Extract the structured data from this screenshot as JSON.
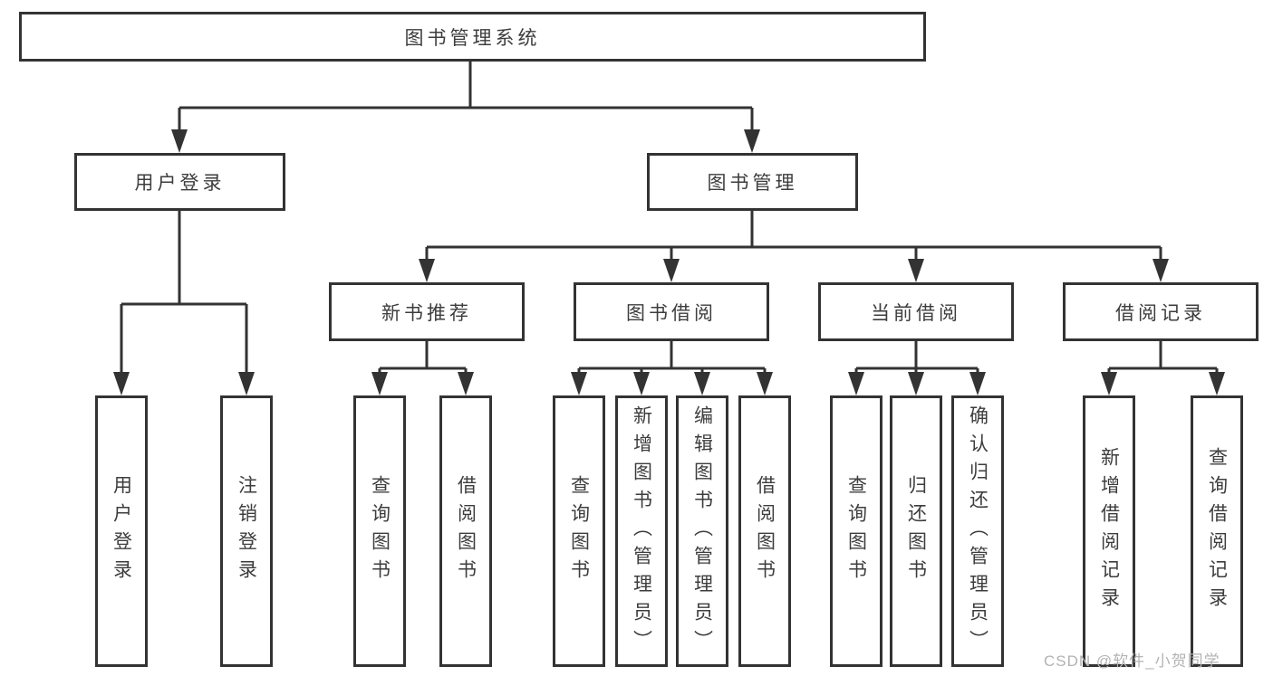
{
  "tree": {
    "label": "图书管理系统",
    "children": [
      {
        "label": "用户登录",
        "children": [
          {
            "label": "用户登录"
          },
          {
            "label": "注销登录"
          }
        ]
      },
      {
        "label": "图书管理",
        "children": [
          {
            "label": "新书推荐",
            "children": [
              {
                "label": "查询图书"
              },
              {
                "label": "借阅图书"
              }
            ]
          },
          {
            "label": "图书借阅",
            "children": [
              {
                "label": "查询图书"
              },
              {
                "label": "新增图书（管理员）"
              },
              {
                "label": "编辑图书（管理员）"
              },
              {
                "label": "借阅图书"
              }
            ]
          },
          {
            "label": "当前借阅",
            "children": [
              {
                "label": "查询图书"
              },
              {
                "label": "归还图书"
              },
              {
                "label": "确认归还（管理员）"
              }
            ]
          },
          {
            "label": "借阅记录",
            "children": [
              {
                "label": "新增借阅记录"
              },
              {
                "label": "查询借阅记录"
              }
            ]
          }
        ]
      }
    ]
  },
  "watermark": "CSDN @软件_小贺同学",
  "colors": {
    "line": "#333333",
    "text": "#3d3d3d",
    "watermark": "#b3b3b3",
    "background": "#ffffff"
  }
}
